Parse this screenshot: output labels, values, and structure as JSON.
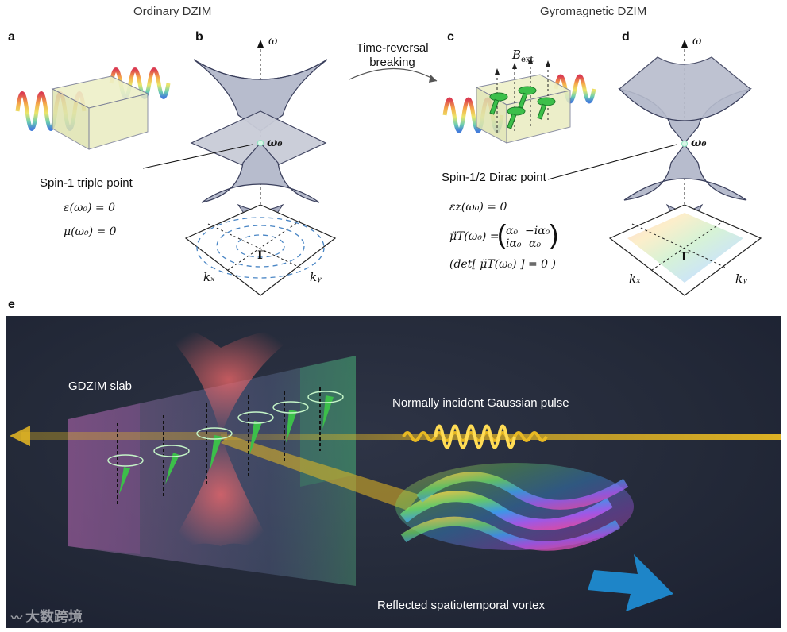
{
  "headers": {
    "ordinary": "Ordinary DZIM",
    "gyromagnetic": "Gyromagnetic DZIM"
  },
  "panel_labels": {
    "a": "a",
    "b": "b",
    "c": "c",
    "d": "d",
    "e": "e"
  },
  "transition": {
    "line1": "Time-reversal",
    "line2": "breaking"
  },
  "field_label": {
    "symbol": "B",
    "subscript": "ext"
  },
  "axes": {
    "omega": "ω",
    "omega0": "ω₀",
    "gamma": "Γ",
    "kx": "kₓ",
    "ky": "kᵧ"
  },
  "annotations": {
    "spin1": "Spin-1 triple point",
    "spin_half": "Spin-1/2 Dirac point"
  },
  "equations_left": {
    "eps": "ε(ω₀) = 0",
    "mu": "μ(ω₀) = 0"
  },
  "equations_right": {
    "epsz": "εz(ω₀) = 0",
    "muT_lhs": "μ̈T(ω₀) =",
    "m11": "α₀",
    "m12": "−iα₀",
    "m21": "iα₀",
    "m22": "α₀",
    "det": "(det[ μ̈T(ω₀) ] = 0 )"
  },
  "panel_e": {
    "slab": "GDZIM slab",
    "pulse": "Normally incident Gaussian pulse",
    "vortex": "Reflected spatiotemporal vortex"
  },
  "watermark": "大数跨境",
  "colors": {
    "cone_fill": "#b7bccd",
    "cone_stroke": "#3a3f5c",
    "panel_bg": "#242a39",
    "beam": "#e8b923",
    "vortex_arrow": "#1e90d8",
    "spin_green": "#3cbf4a"
  }
}
